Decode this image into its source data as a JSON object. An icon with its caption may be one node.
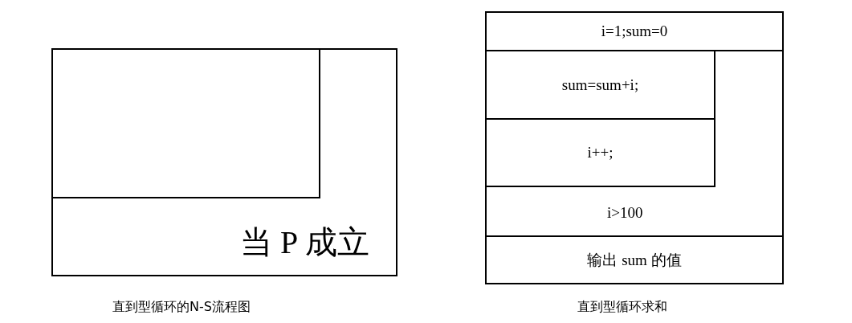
{
  "diagram": {
    "nodes": [
      {
        "text": [
          "当 P 成立"
        ]
      },
      {
        "text": [],
        "shape": "box",
        "in": 0
      },
      {
        "text": [
          "i=1;sum=0"
        ]
      },
      {
        "text": [
          "i>100"
        ]
      },
      {
        "text": [
          "sum=sum+i;"
        ],
        "in": 3
      },
      {
        "text": [
          "i++;"
        ],
        "in": 3
      },
      {
        "text": [
          "输出 sum 的值"
        ]
      }
    ],
    "labels": [
      "直到型循环的N-S流程图",
      "直到型循环求和"
    ]
  }
}
